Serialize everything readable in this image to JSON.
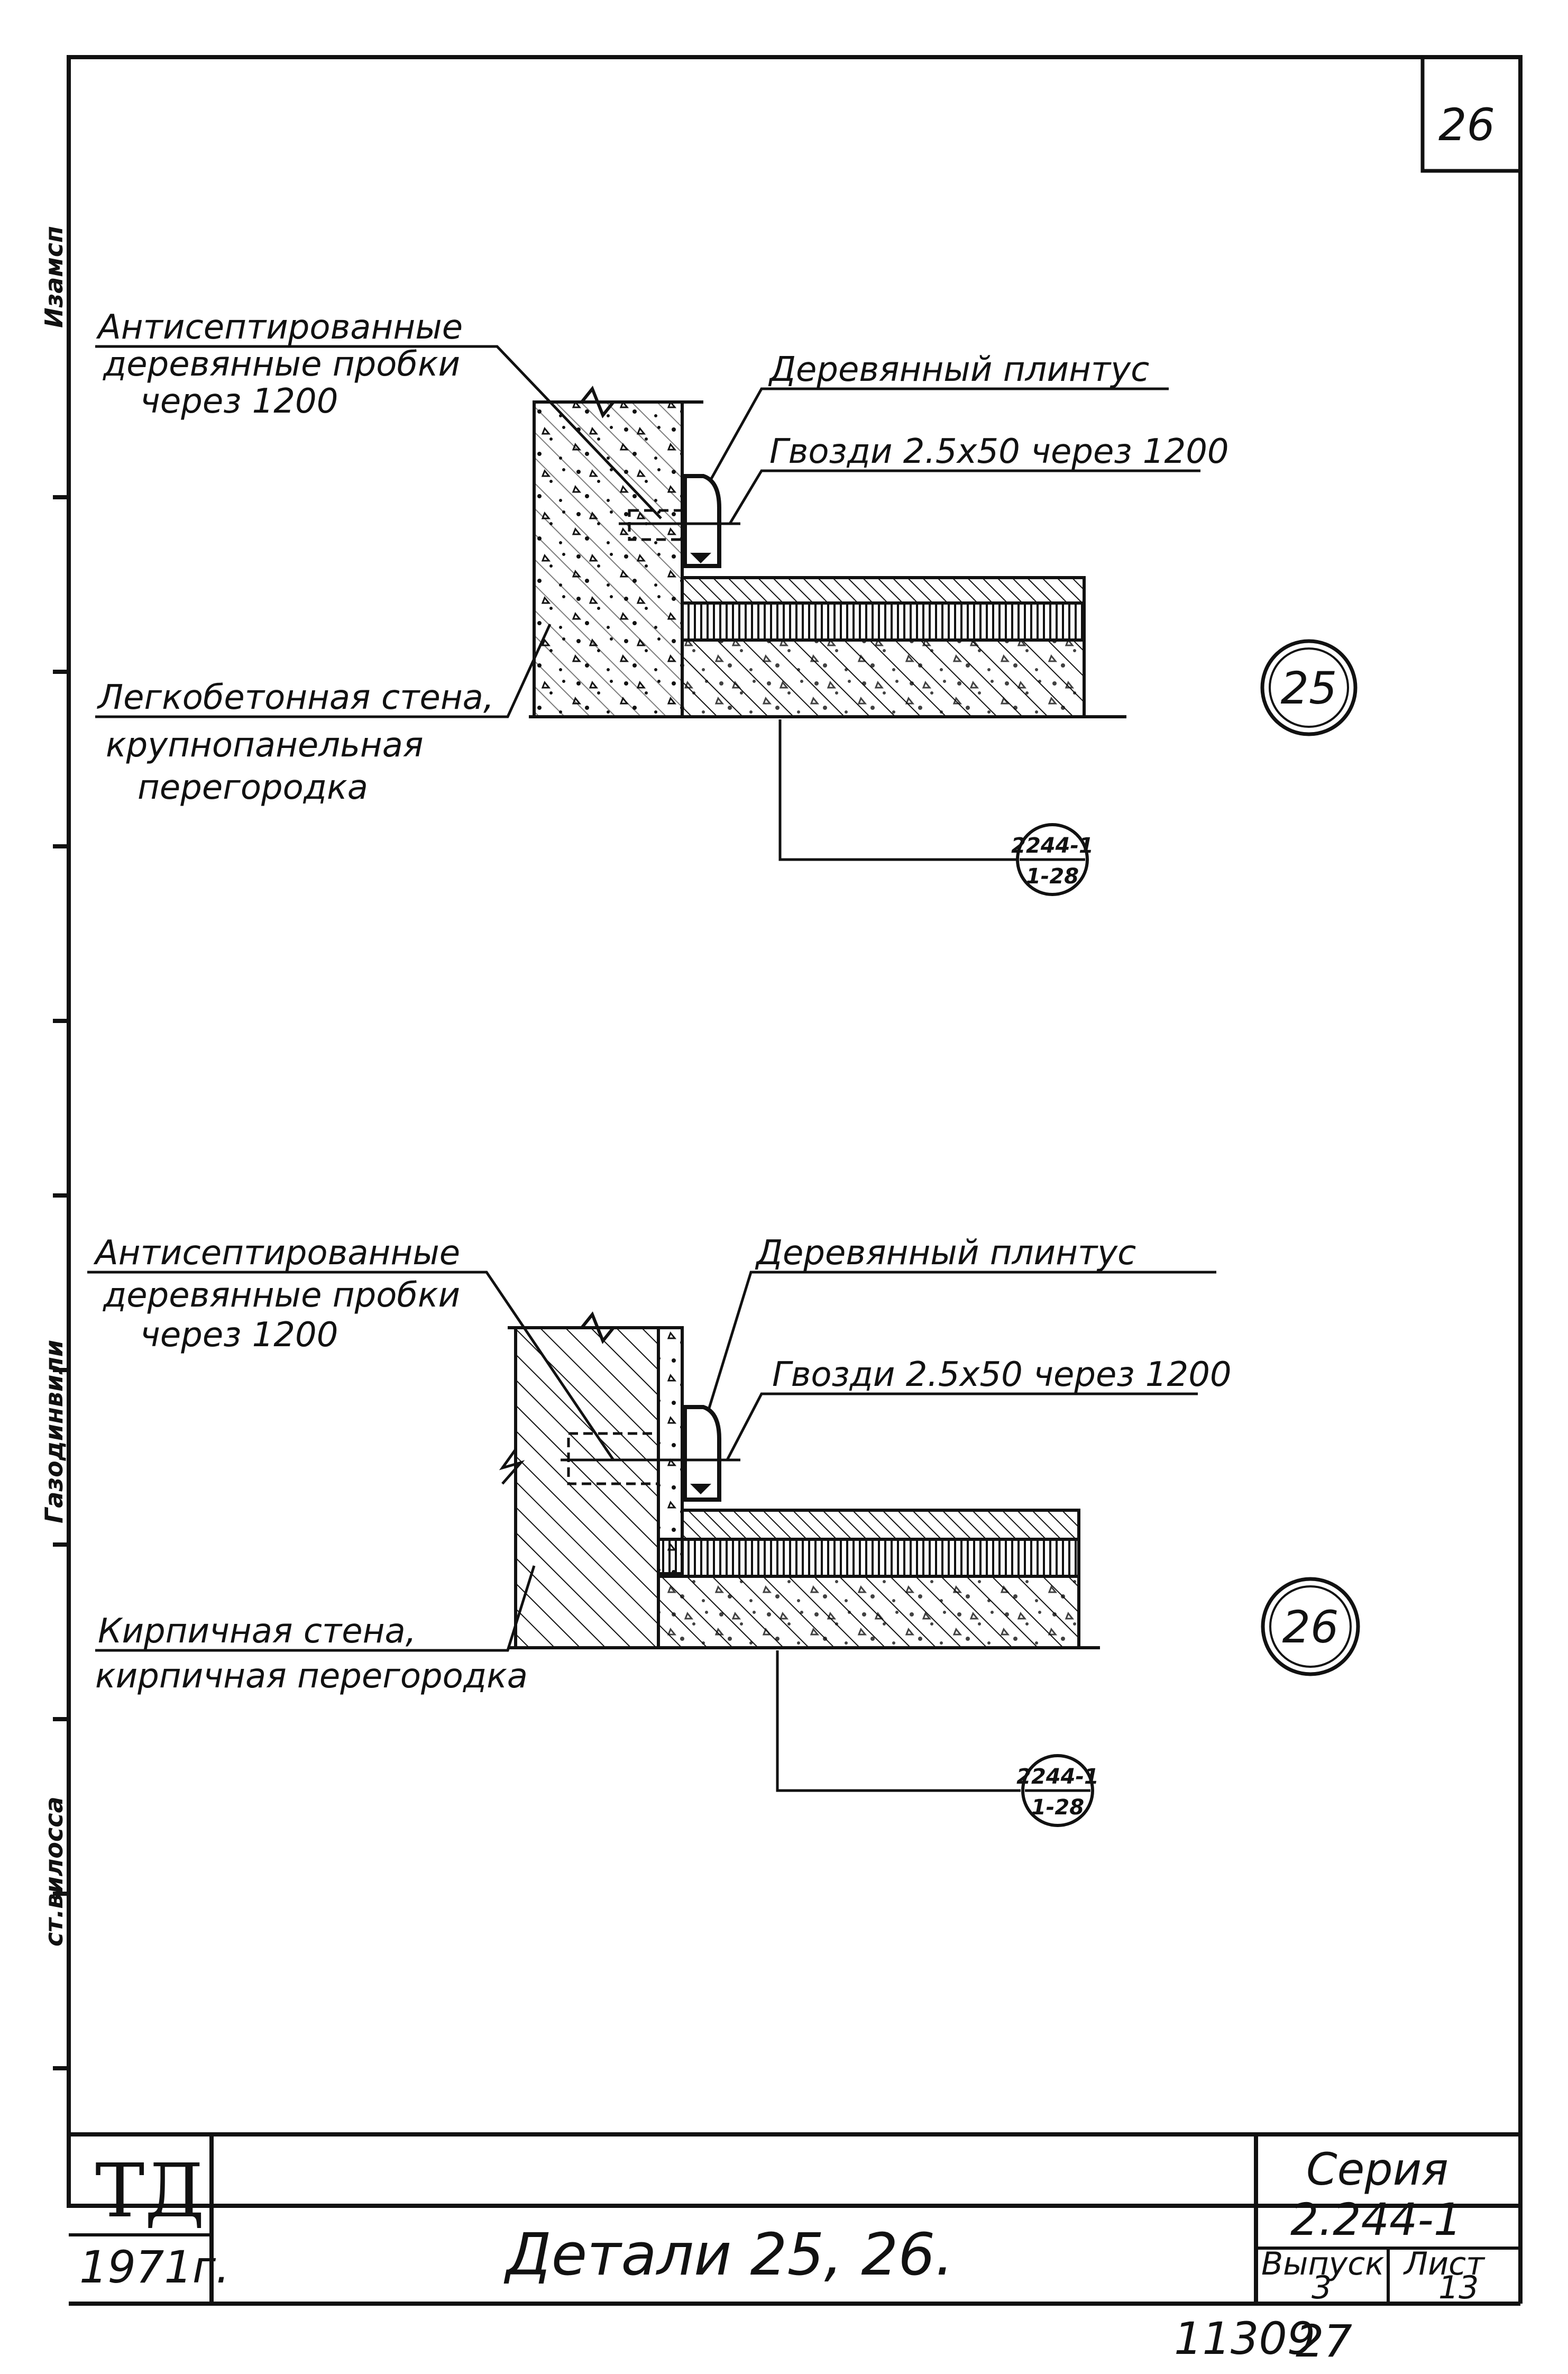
{
  "sheet_number": "26",
  "side_strip": {
    "top": "Изамсп",
    "middle": "Газодинвили",
    "bottom": "ст.вилосса"
  },
  "detail_25": {
    "marker": "25",
    "label_plugs": [
      "Антисептированные",
      "деревянные пробки",
      "через 1200"
    ],
    "label_baseboard": "Деревянный плинтус",
    "label_nails": "Гвозди 2.5x50 через 1200",
    "label_wall": [
      "Легкобетонная стена,",
      "крупнопанельная",
      "перегородка"
    ],
    "ref_top": "2244-1",
    "ref_bottom": "1-28"
  },
  "detail_26": {
    "marker": "26",
    "label_plugs": [
      "Антисептированные",
      "деревянные пробки",
      "через 1200"
    ],
    "label_baseboard": "Деревянный плинтус",
    "label_nails": "Гвозди 2.5x50 через 1200",
    "label_wall": [
      "Кирпичная стена,",
      "кирпичная перегородка"
    ],
    "ref_top": "2244-1",
    "ref_bottom": "1-28"
  },
  "title_block": {
    "logo": "ТД",
    "year": "1971г.",
    "title": "Детали 25, 26.",
    "series_label": "Серия",
    "series_value": "2.244-1",
    "issue_label": "Выпуск",
    "issue_value": "3",
    "sheet_label": "Лист",
    "sheet_value": "13"
  },
  "archive_number": "11309",
  "archive_page": "27"
}
